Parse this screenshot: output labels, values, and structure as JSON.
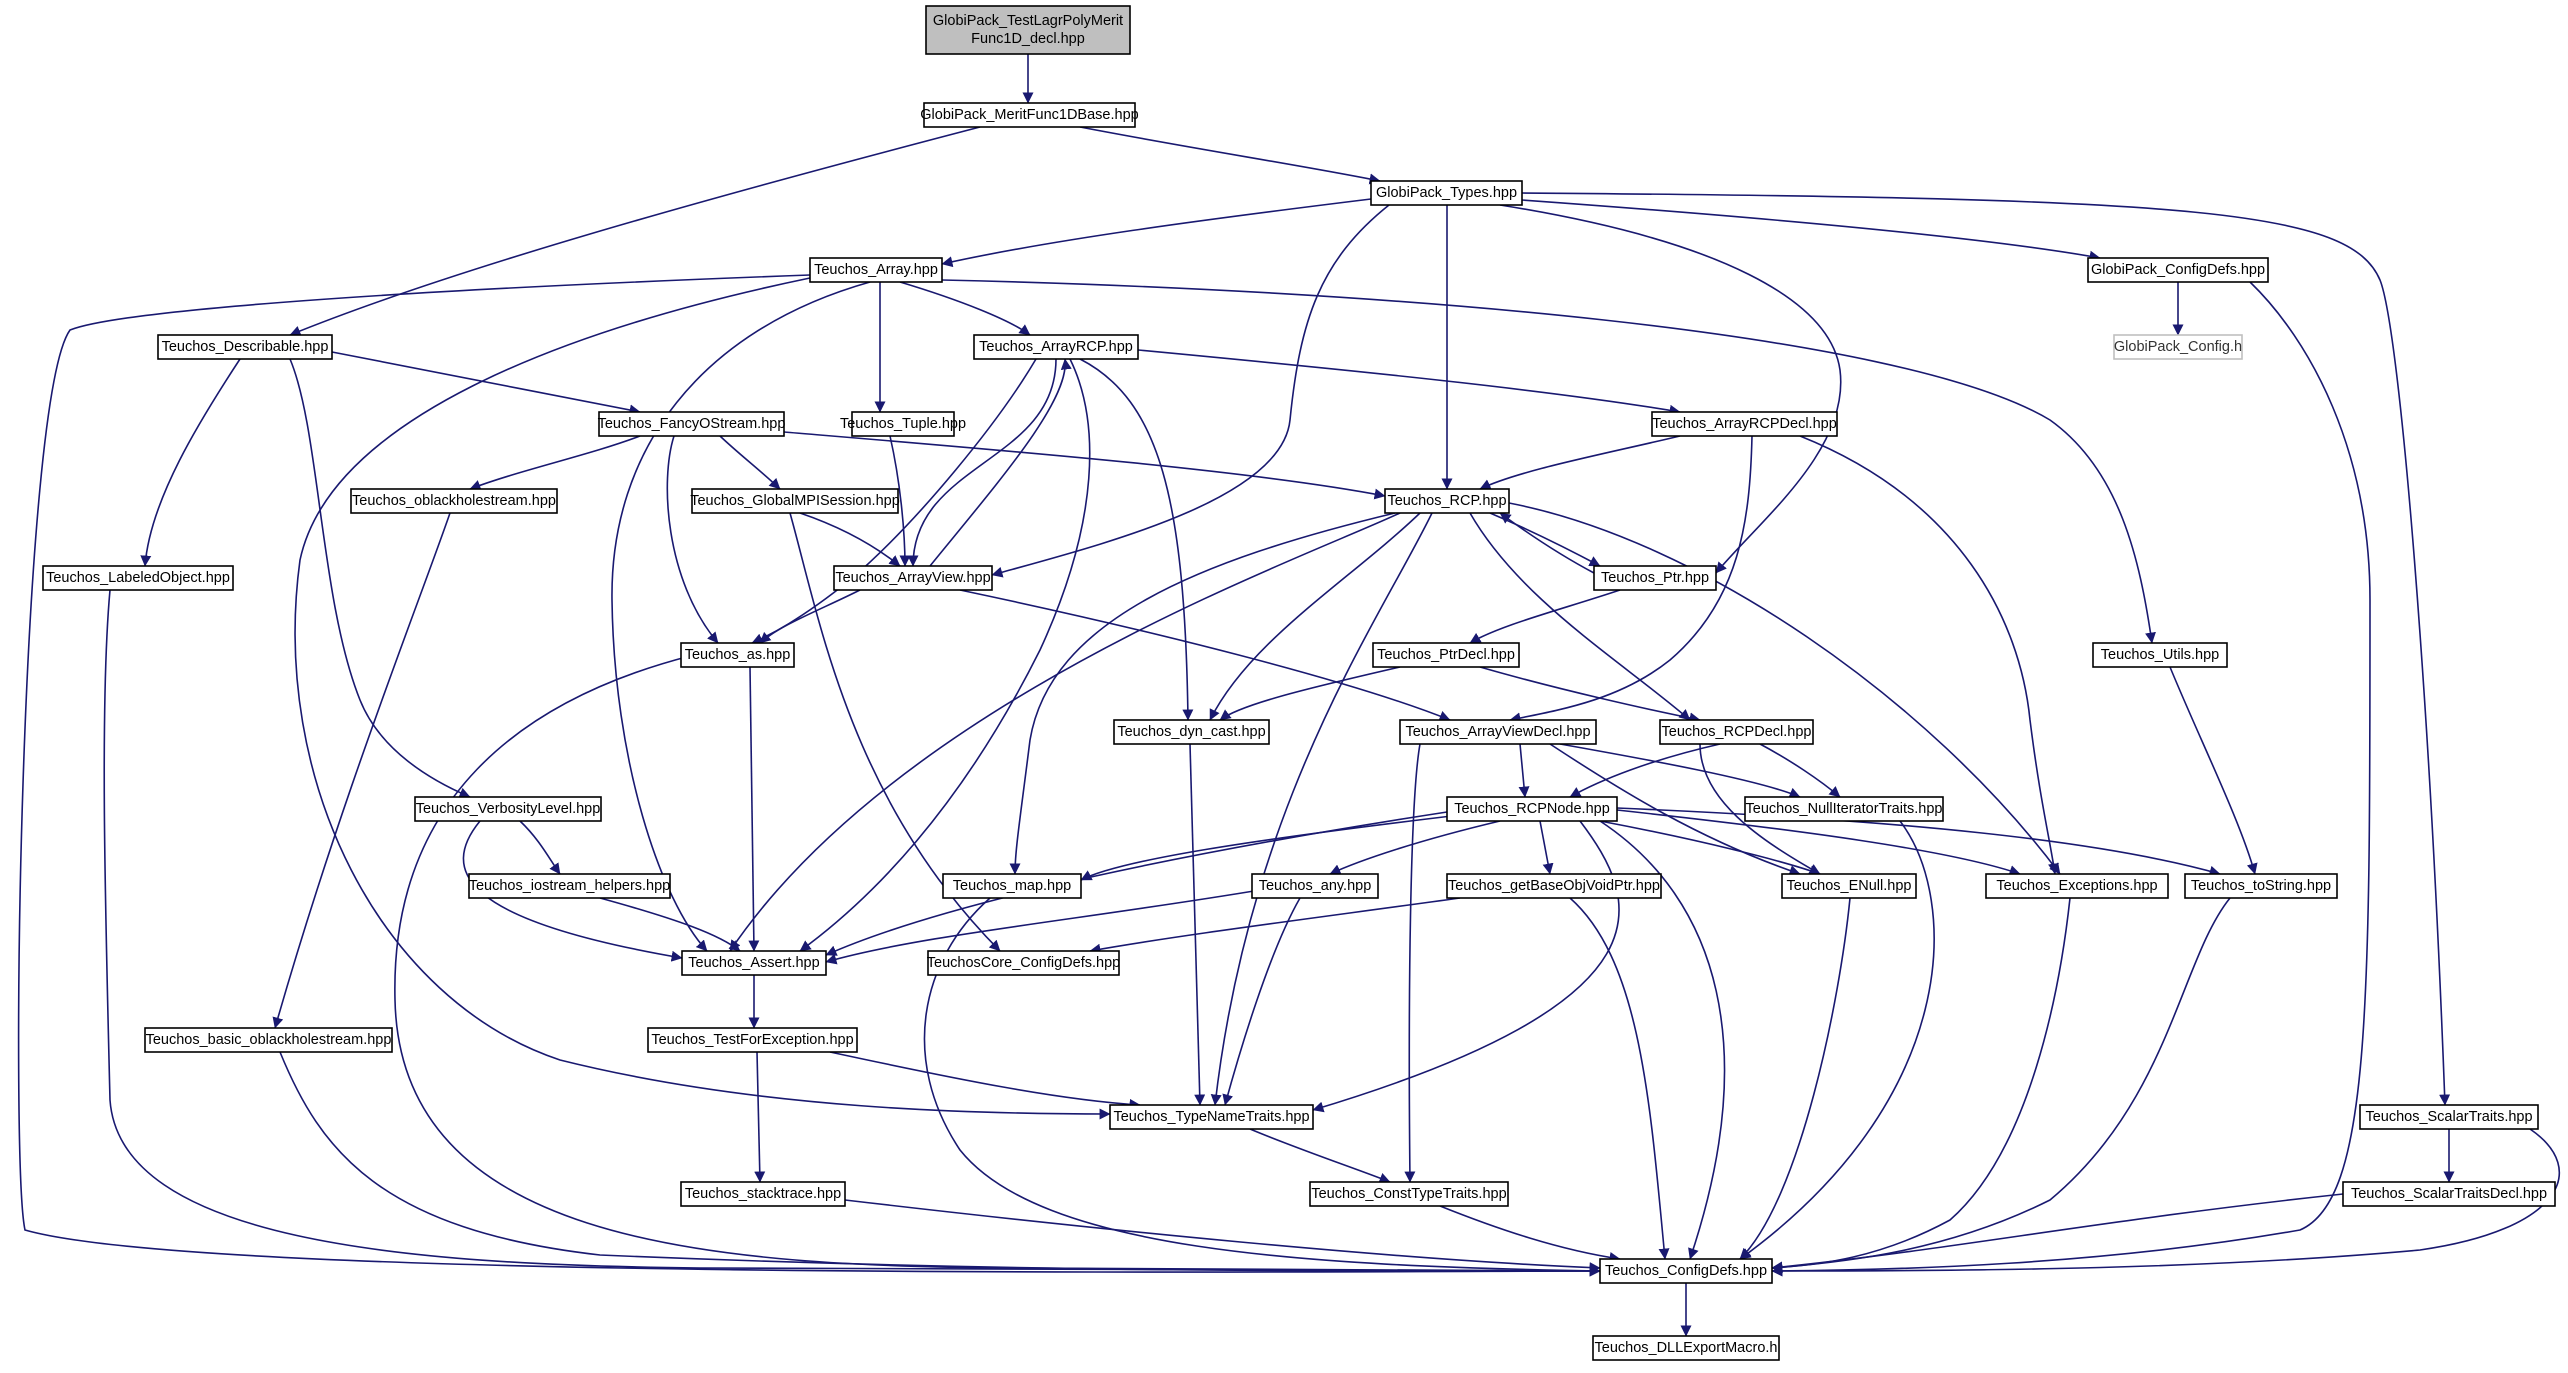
{
  "graph": {
    "nodes": [
      {
        "id": "n0",
        "label": "GlobiPack_TestLagrPolyMeritFunc1D_decl.hpp",
        "lines": [
          "GlobiPack_TestLagrPolyMerit",
          "Func1D_decl.hpp"
        ],
        "style": "root"
      },
      {
        "id": "n1",
        "label": "GlobiPack_MeritFunc1DBase.hpp"
      },
      {
        "id": "n2",
        "label": "GlobiPack_Types.hpp"
      },
      {
        "id": "n3",
        "label": "Teuchos_Array.hpp"
      },
      {
        "id": "n4",
        "label": "GlobiPack_ConfigDefs.hpp"
      },
      {
        "id": "n5",
        "label": "GlobiPack_Config.h",
        "style": "gray"
      },
      {
        "id": "n6",
        "label": "Teuchos_Describable.hpp"
      },
      {
        "id": "n7",
        "label": "Teuchos_ArrayRCP.hpp"
      },
      {
        "id": "n8",
        "label": "Teuchos_Tuple.hpp"
      },
      {
        "id": "n9",
        "label": "Teuchos_FancyOStream.hpp"
      },
      {
        "id": "n10",
        "label": "Teuchos_ArrayRCPDecl.hpp"
      },
      {
        "id": "n11",
        "label": "Teuchos_oblackholestream.hpp"
      },
      {
        "id": "n12",
        "label": "Teuchos_GlobalMPISession.hpp"
      },
      {
        "id": "n13",
        "label": "Teuchos_RCP.hpp"
      },
      {
        "id": "n14",
        "label": "Teuchos_LabeledObject.hpp"
      },
      {
        "id": "n15",
        "label": "Teuchos_ArrayView.hpp"
      },
      {
        "id": "n16",
        "label": "Teuchos_Ptr.hpp"
      },
      {
        "id": "n17",
        "label": "Teuchos_as.hpp"
      },
      {
        "id": "n18",
        "label": "Teuchos_PtrDecl.hpp"
      },
      {
        "id": "n19",
        "label": "Teuchos_Utils.hpp"
      },
      {
        "id": "n20",
        "label": "Teuchos_dyn_cast.hpp"
      },
      {
        "id": "n21",
        "label": "Teuchos_ArrayViewDecl.hpp"
      },
      {
        "id": "n22",
        "label": "Teuchos_RCPDecl.hpp"
      },
      {
        "id": "n23",
        "label": "Teuchos_VerbosityLevel.hpp"
      },
      {
        "id": "n24",
        "label": "Teuchos_RCPNode.hpp"
      },
      {
        "id": "n25",
        "label": "Teuchos_NullIteratorTraits.hpp"
      },
      {
        "id": "n26",
        "label": "Teuchos_iostream_helpers.hpp"
      },
      {
        "id": "n27",
        "label": "Teuchos_map.hpp"
      },
      {
        "id": "n28",
        "label": "Teuchos_any.hpp"
      },
      {
        "id": "n29",
        "label": "Teuchos_getBaseObjVoidPtr.hpp"
      },
      {
        "id": "n30",
        "label": "Teuchos_ENull.hpp"
      },
      {
        "id": "n31",
        "label": "Teuchos_Exceptions.hpp"
      },
      {
        "id": "n32",
        "label": "Teuchos_toString.hpp"
      },
      {
        "id": "n33",
        "label": "Teuchos_Assert.hpp"
      },
      {
        "id": "n34",
        "label": "TeuchosCore_ConfigDefs.hpp"
      },
      {
        "id": "n35",
        "label": "Teuchos_TestForException.hpp"
      },
      {
        "id": "n36",
        "label": "Teuchos_basic_oblackholestream.hpp"
      },
      {
        "id": "n37",
        "label": "Teuchos_TypeNameTraits.hpp"
      },
      {
        "id": "n38",
        "label": "Teuchos_ScalarTraits.hpp"
      },
      {
        "id": "n39",
        "label": "Teuchos_stacktrace.hpp"
      },
      {
        "id": "n40",
        "label": "Teuchos_ConstTypeTraits.hpp"
      },
      {
        "id": "n41",
        "label": "Teuchos_ScalarTraitsDecl.hpp"
      },
      {
        "id": "n42",
        "label": "Teuchos_ConfigDefs.hpp"
      },
      {
        "id": "n43",
        "label": "Teuchos_DLLExportMacro.h"
      }
    ],
    "edges": [
      [
        "n0",
        "n1"
      ],
      [
        "n1",
        "n2"
      ],
      [
        "n1",
        "n6"
      ],
      [
        "n2",
        "n3"
      ],
      [
        "n2",
        "n4"
      ],
      [
        "n2",
        "n13"
      ],
      [
        "n2",
        "n15"
      ],
      [
        "n2",
        "n16"
      ],
      [
        "n2",
        "n38"
      ],
      [
        "n3",
        "n7"
      ],
      [
        "n3",
        "n8"
      ],
      [
        "n3",
        "n33"
      ],
      [
        "n3",
        "n37"
      ],
      [
        "n3",
        "n19"
      ],
      [
        "n3",
        "n42"
      ],
      [
        "n4",
        "n5"
      ],
      [
        "n4",
        "n42"
      ],
      [
        "n6",
        "n9"
      ],
      [
        "n6",
        "n14"
      ],
      [
        "n6",
        "n23"
      ],
      [
        "n7",
        "n10"
      ],
      [
        "n7",
        "n15"
      ],
      [
        "n7",
        "n17"
      ],
      [
        "n7",
        "n20"
      ],
      [
        "n7",
        "n33"
      ],
      [
        "n8",
        "n15"
      ],
      [
        "n9",
        "n11"
      ],
      [
        "n9",
        "n12"
      ],
      [
        "n9",
        "n13"
      ],
      [
        "n9",
        "n17"
      ],
      [
        "n10",
        "n13"
      ],
      [
        "n10",
        "n21"
      ],
      [
        "n10",
        "n31"
      ],
      [
        "n11",
        "n36"
      ],
      [
        "n12",
        "n15"
      ],
      [
        "n12",
        "n34"
      ],
      [
        "n13",
        "n16"
      ],
      [
        "n13",
        "n20"
      ],
      [
        "n13",
        "n22"
      ],
      [
        "n13",
        "n27"
      ],
      [
        "n13",
        "n31"
      ],
      [
        "n13",
        "n33"
      ],
      [
        "n13",
        "n37"
      ],
      [
        "n14",
        "n42"
      ],
      [
        "n15",
        "n7"
      ],
      [
        "n15",
        "n17"
      ],
      [
        "n15",
        "n21"
      ],
      [
        "n16",
        "n13"
      ],
      [
        "n16",
        "n18"
      ],
      [
        "n17",
        "n33"
      ],
      [
        "n17",
        "n42"
      ],
      [
        "n18",
        "n20"
      ],
      [
        "n18",
        "n22"
      ],
      [
        "n19",
        "n32"
      ],
      [
        "n20",
        "n37"
      ],
      [
        "n21",
        "n24"
      ],
      [
        "n21",
        "n25"
      ],
      [
        "n21",
        "n30"
      ],
      [
        "n21",
        "n40"
      ],
      [
        "n22",
        "n24"
      ],
      [
        "n22",
        "n25"
      ],
      [
        "n22",
        "n30"
      ],
      [
        "n23",
        "n26"
      ],
      [
        "n23",
        "n33"
      ],
      [
        "n24",
        "n27"
      ],
      [
        "n24",
        "n28"
      ],
      [
        "n24",
        "n29"
      ],
      [
        "n24",
        "n30"
      ],
      [
        "n24",
        "n31"
      ],
      [
        "n24",
        "n32"
      ],
      [
        "n24",
        "n33"
      ],
      [
        "n24",
        "n37"
      ],
      [
        "n24",
        "n42"
      ],
      [
        "n25",
        "n42"
      ],
      [
        "n26",
        "n33"
      ],
      [
        "n27",
        "n42"
      ],
      [
        "n28",
        "n33"
      ],
      [
        "n28",
        "n37"
      ],
      [
        "n29",
        "n34"
      ],
      [
        "n29",
        "n42"
      ],
      [
        "n30",
        "n42"
      ],
      [
        "n31",
        "n42"
      ],
      [
        "n32",
        "n42"
      ],
      [
        "n33",
        "n35"
      ],
      [
        "n35",
        "n37"
      ],
      [
        "n35",
        "n39"
      ],
      [
        "n36",
        "n42"
      ],
      [
        "n37",
        "n40"
      ],
      [
        "n38",
        "n41"
      ],
      [
        "n38",
        "n42"
      ],
      [
        "n39",
        "n42"
      ],
      [
        "n40",
        "n42"
      ],
      [
        "n41",
        "n42"
      ],
      [
        "n42",
        "n43"
      ]
    ]
  }
}
